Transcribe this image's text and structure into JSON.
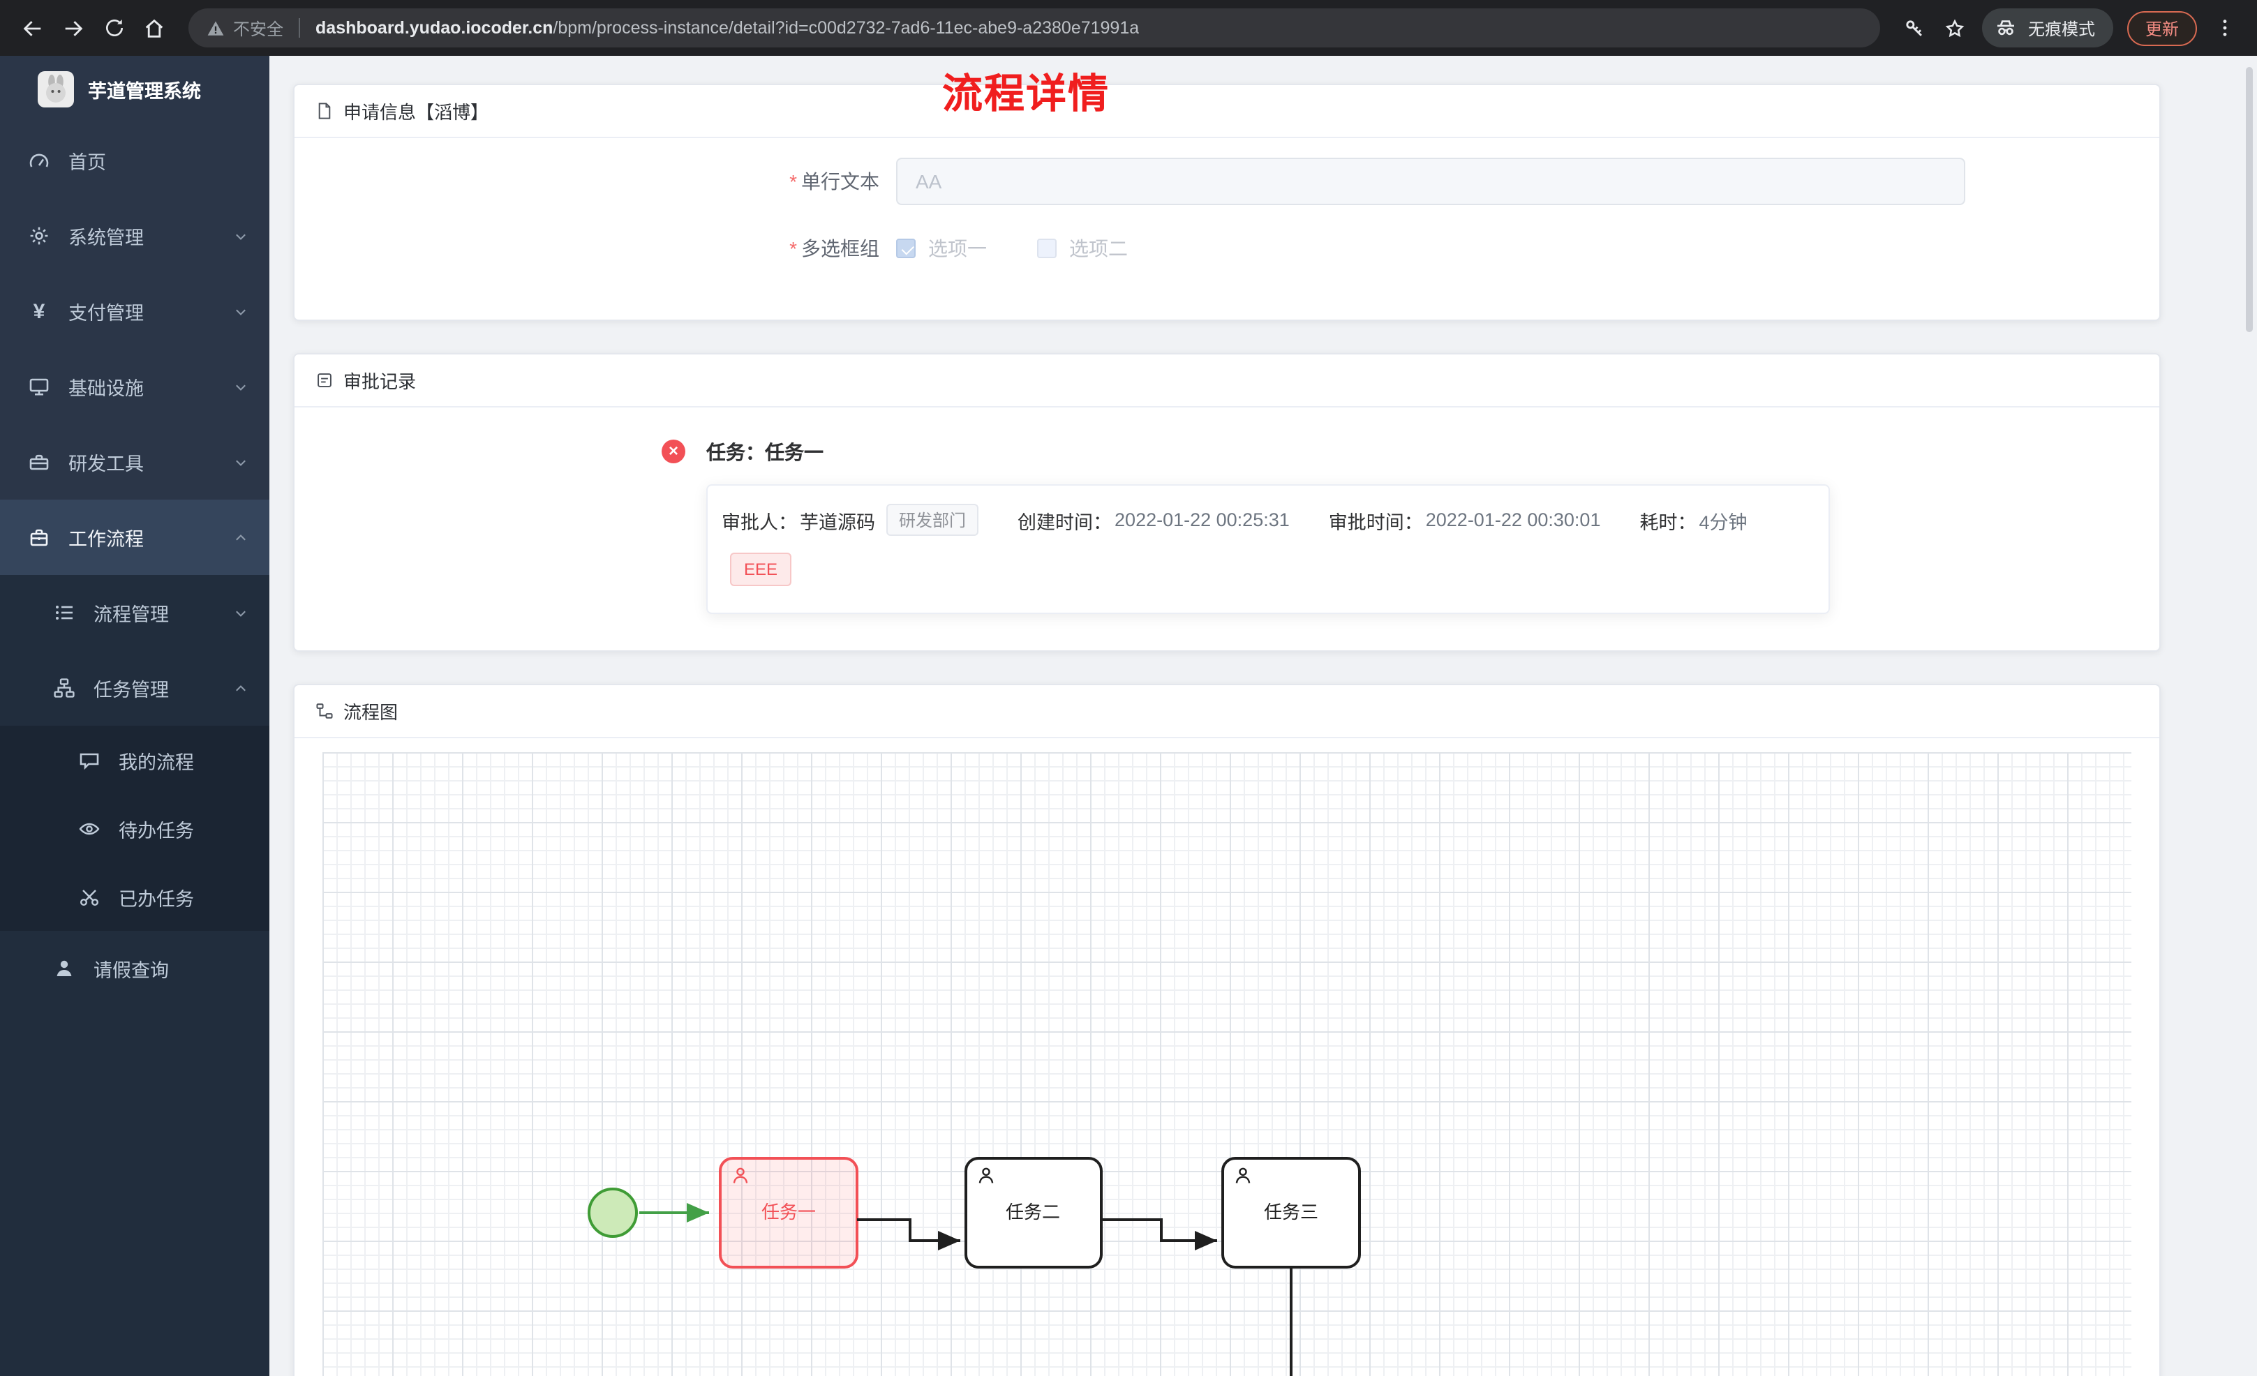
{
  "colors": {
    "title_red": "#f01e1e",
    "danger": "#f25056",
    "success_green": "#43a047",
    "sidebar_bg": "#2b3648",
    "submenu_bg": "#212d3d",
    "browser_bar_bg": "#202124",
    "content_bg": "#f0f2f5"
  },
  "icons": {
    "payment_glyph": "¥",
    "close_glyph": "×"
  },
  "browser": {
    "security_label": "不安全",
    "url_domain": "dashboard.yudao.iocoder.cn",
    "url_path": "/bpm/process-instance/detail?id=c00d2732-7ad6-11ec-abe9-a2380e71991a",
    "incognito_label": "无痕模式",
    "update_label": "更新"
  },
  "sidebar": {
    "app_title": "芋道管理系统",
    "items": [
      {
        "label": "首页"
      },
      {
        "label": "系统管理"
      },
      {
        "label": "支付管理"
      },
      {
        "label": "基础设施"
      },
      {
        "label": "研发工具"
      },
      {
        "label": "工作流程"
      },
      {
        "label": "流程管理"
      },
      {
        "label": "任务管理"
      },
      {
        "label": "我的流程"
      },
      {
        "label": "待办任务"
      },
      {
        "label": "已办任务"
      },
      {
        "label": "请假查询"
      }
    ]
  },
  "page": {
    "title": "流程详情",
    "apply_card": {
      "header": "申请信息【滔博】",
      "required_mark": "*",
      "text_field": {
        "label": "单行文本",
        "value": "AA"
      },
      "checkbox_field": {
        "label": "多选框组",
        "options": [
          {
            "label": "选项一",
            "checked": true
          },
          {
            "label": "选项二",
            "checked": false
          }
        ]
      }
    },
    "approval_card": {
      "header": "审批记录",
      "task_title": "任务：任务一",
      "approver_label": "审批人：",
      "approver_name": "芋道源码",
      "dept_tag": "研发部门",
      "create_label": "创建时间：",
      "create_time": "2022-01-22 00:25:31",
      "approve_label": "审批时间：",
      "approve_time": "2022-01-22 00:30:01",
      "duration_label": "耗时：",
      "duration_value": "4分钟",
      "result_tag": "EEE"
    },
    "diagram_card": {
      "header": "流程图",
      "nodes": [
        {
          "label": "任务一",
          "state": "active"
        },
        {
          "label": "任务二",
          "state": "default"
        },
        {
          "label": "任务三",
          "state": "default"
        }
      ]
    }
  }
}
